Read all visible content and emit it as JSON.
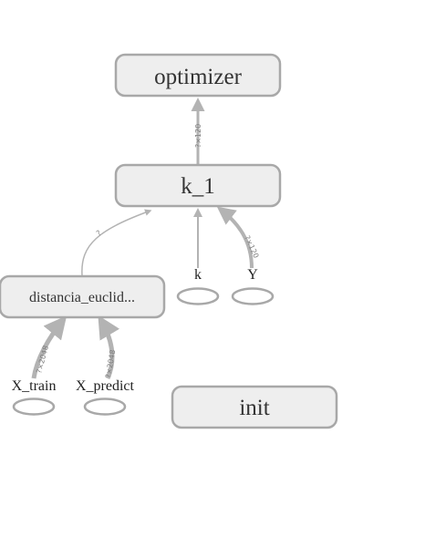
{
  "nodes": {
    "optimizer": "optimizer",
    "k_1": "k_1",
    "distancia": "distancia_euclid...",
    "init": "init",
    "k": "k",
    "Y": "Y",
    "X_train": "X_train",
    "X_predict": "X_predict"
  },
  "edges": {
    "k1_to_optimizer": "?×120",
    "distancia_to_k1": "?",
    "Y_to_k1": "?×120",
    "Xtrain_to_distancia": "?×2048",
    "Xpredict_to_distancia": "?×2048"
  },
  "colors": {
    "node_fill": "#eeeeee",
    "node_stroke": "#a8a8a8",
    "edge": "#b3b3b3"
  }
}
